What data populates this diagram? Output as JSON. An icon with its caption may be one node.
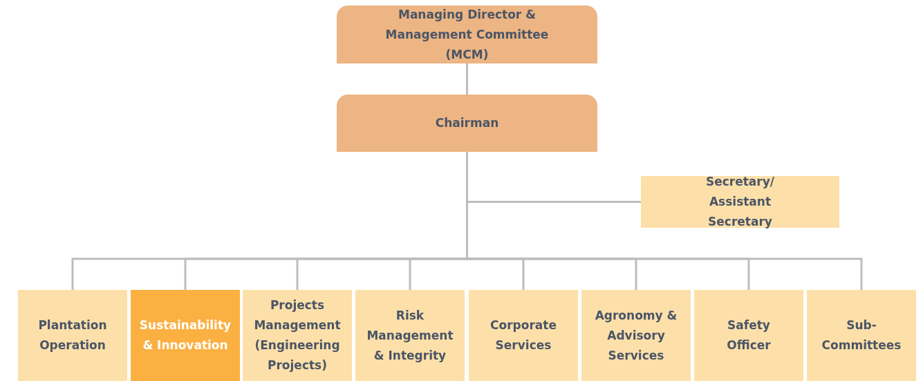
{
  "diagram": {
    "nodes": [
      {
        "text": [
          "Managing Director & Management Committee (MCM)"
        ]
      },
      {
        "text": [
          "Chairman"
        ]
      },
      {
        "text": [
          "Secretary/ Assistant Secretary"
        ]
      },
      {
        "text": [
          "Plantation Operation"
        ]
      },
      {
        "text": [
          "Sustainability & Innovation"
        ]
      },
      {
        "text": [
          "Projects Management (Engineering Projects)"
        ]
      },
      {
        "text": [
          "Risk Management & Integrity"
        ]
      },
      {
        "text": [
          "Corporate Services"
        ]
      },
      {
        "text": [
          "Agronomy & Advisory Services"
        ]
      },
      {
        "text": [
          "Safety Officer"
        ]
      },
      {
        "text": [
          "Sub- Committees"
        ]
      }
    ],
    "edges": [
      {
        "from": 0,
        "to": 1,
        "arrow": "none"
      },
      {
        "from": 1,
        "to": 2,
        "arrow": "none"
      },
      {
        "from": 1,
        "to": 3,
        "arrow": "none"
      },
      {
        "from": 1,
        "to": 4,
        "arrow": "none"
      },
      {
        "from": 1,
        "to": 5,
        "arrow": "none"
      },
      {
        "from": 1,
        "to": 6,
        "arrow": "none"
      },
      {
        "from": 1,
        "to": 7,
        "arrow": "none"
      },
      {
        "from": 1,
        "to": 8,
        "arrow": "none"
      },
      {
        "from": 1,
        "to": 9,
        "arrow": "none"
      },
      {
        "from": 1,
        "to": 10,
        "arrow": "none"
      }
    ]
  }
}
